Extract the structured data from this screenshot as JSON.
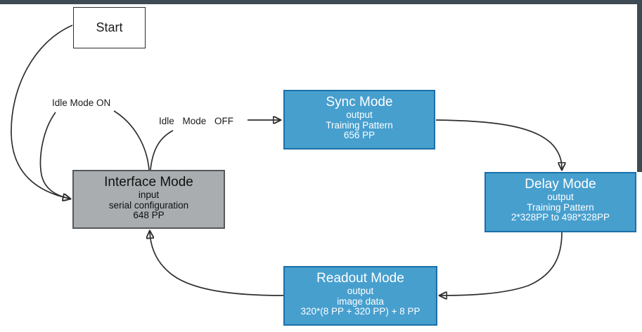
{
  "window": {
    "top_bar_color": "#3e4a54",
    "right_bar_color": "#3e4a54",
    "background_color": "#ffffff"
  },
  "diagram": {
    "colors": {
      "node_blue_fill": "#479fce",
      "node_blue_border": "#1b6fa8",
      "node_blue_text": "#ffffff",
      "node_gray_fill": "#a9adb0",
      "node_gray_border": "#54585b",
      "start_fill": "#ffffff",
      "start_border": "#2b2b2b",
      "arrow_color": "#2e2e2e",
      "label_text_color": "#1a1a1a"
    },
    "nodes": {
      "start": {
        "title": "Start"
      },
      "interface": {
        "title": "Interface Mode",
        "lines": [
          "input",
          "serial configuration",
          "648 PP"
        ]
      },
      "sync": {
        "title": "Sync Mode",
        "lines": [
          "output",
          "Training Pattern",
          "656 PP"
        ]
      },
      "delay": {
        "title": "Delay Mode",
        "lines": [
          "output",
          "Training Pattern",
          "2*328PP to 498*328PP"
        ]
      },
      "readout": {
        "title": "Readout Mode",
        "lines": [
          "output",
          "image data",
          "320*(8 PP + 320 PP) + 8 PP"
        ]
      }
    },
    "edge_labels": {
      "idle_mode_on": "Idle Mode ON",
      "idle_mode_off": "Idle Mode OFF"
    }
  }
}
